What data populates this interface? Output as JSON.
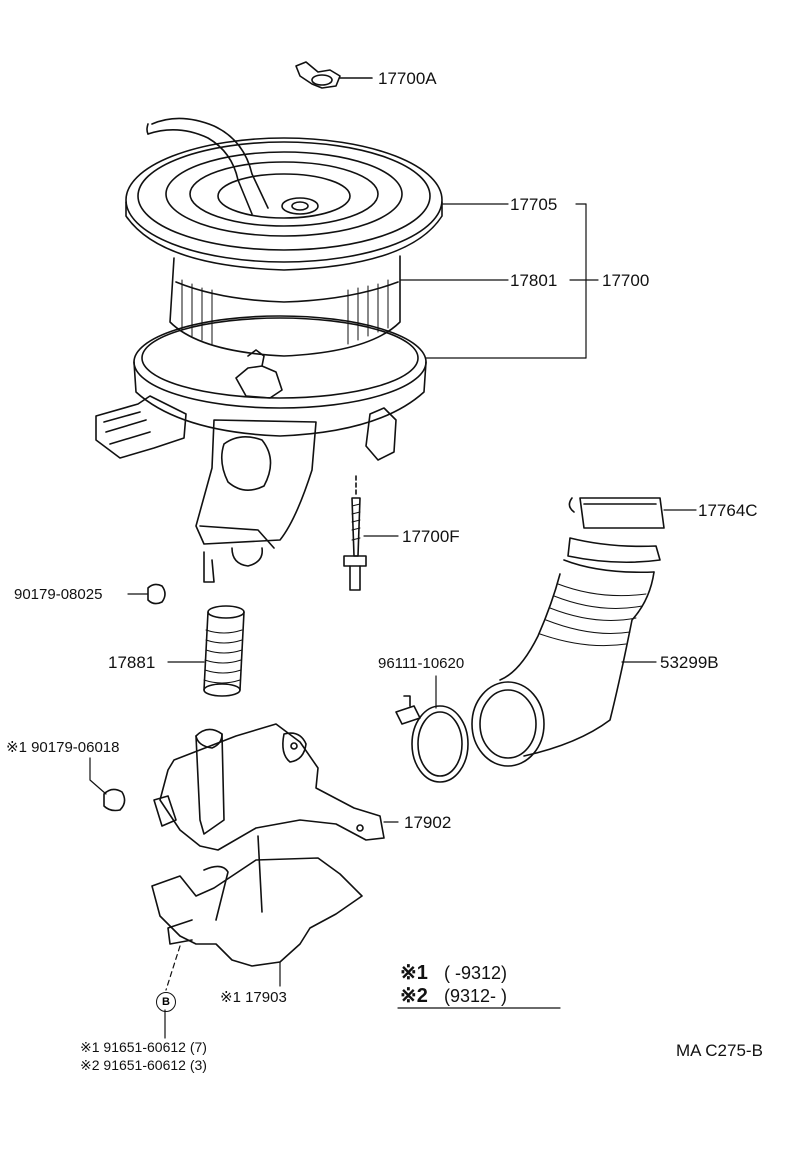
{
  "labels": {
    "p17700A": "17700A",
    "p17705": "17705",
    "p17801": "17801",
    "p17700": "17700",
    "p17700F": "17700F",
    "p17764C": "17764C",
    "p90179_08025": "90179-08025",
    "p17881": "17881",
    "p96111_10620": "96111-10620",
    "p53299B": "53299B",
    "p90179_06018": "※1 90179-06018",
    "p17902": "17902",
    "p17903": "※1 17903",
    "p91651_a": "※1  91651-60612 (7)",
    "p91651_b": "※2  91651-60612 (3)",
    "bolt_marker": "B",
    "code": "MA C275-B"
  },
  "legend": {
    "rows": [
      {
        "mark": "※1",
        "range": "(        -9312)"
      },
      {
        "mark": "※2",
        "range": "(9312-         )"
      }
    ]
  }
}
